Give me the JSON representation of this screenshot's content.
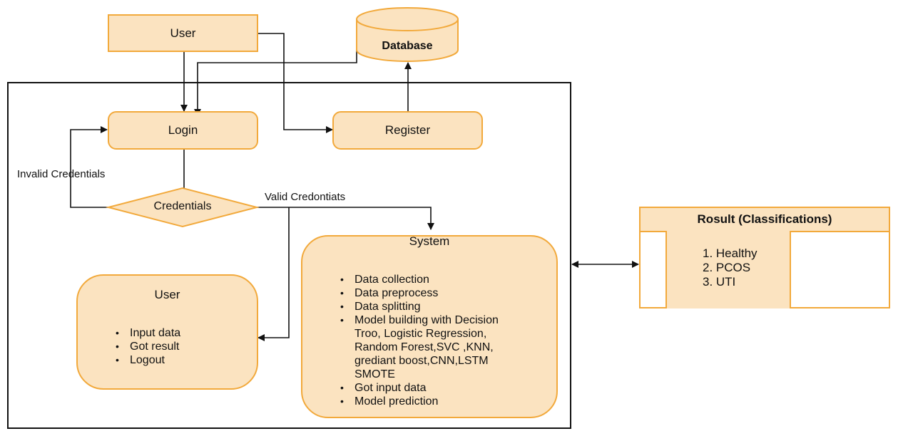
{
  "nodes": {
    "user_top": "User",
    "database": "Database",
    "login": "Login",
    "register": "Register",
    "credentials": "Credentials",
    "user_box_title": "User",
    "system_title": "System",
    "result_title": "Rosult (Classifications)"
  },
  "edge_labels": {
    "invalid": "Invalid Credentials",
    "valid": "Valid Credontiats"
  },
  "user_actions": [
    "Input data",
    "Got result",
    "Logout"
  ],
  "system_steps": [
    "Data collection",
    "Data preprocess",
    "Data splitting",
    "Model building with Decision",
    "Troo, Logistic Regression,",
    "Random Forest,SVC ,KNN,",
    "grediant boost,CNN,LSTM",
    "SMOTE",
    "Got input data",
    "Model prediction"
  ],
  "results": [
    "1. Healthy",
    "2. PCOS",
    "3. UTI"
  ],
  "colors": {
    "fill": "#fbe3c0",
    "stroke": "#f2a93b",
    "line": "#111111"
  }
}
